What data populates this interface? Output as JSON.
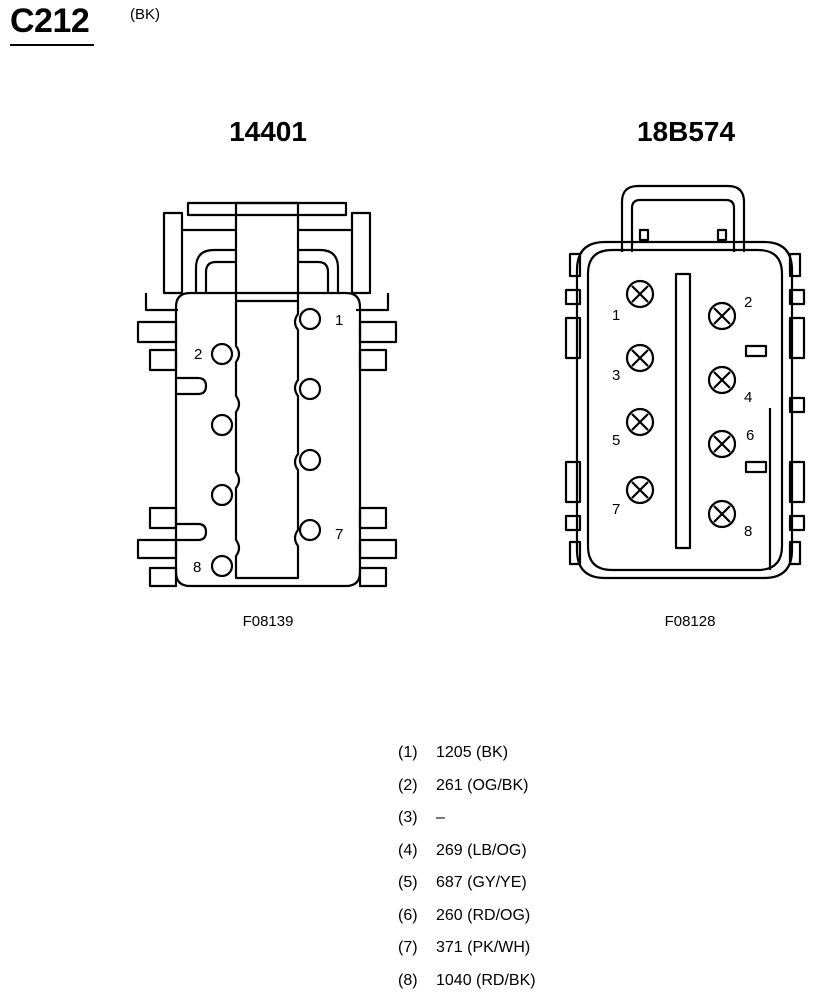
{
  "header": {
    "connector_id": "C212",
    "color_code": "(BK)"
  },
  "connectors": [
    {
      "part_number": "14401",
      "figure_id": "F08139",
      "pin_numbers": [
        "1",
        "2",
        "7",
        "8"
      ]
    },
    {
      "part_number": "18B574",
      "figure_id": "F08128",
      "pin_numbers": [
        "1",
        "2",
        "3",
        "4",
        "5",
        "6",
        "7",
        "8"
      ]
    }
  ],
  "pin_table": [
    {
      "pin": "(1)",
      "circuit": "1205 (BK)"
    },
    {
      "pin": "(2)",
      "circuit": "261 (OG/BK)"
    },
    {
      "pin": "(3)",
      "circuit": "–"
    },
    {
      "pin": "(4)",
      "circuit": "269 (LB/OG)"
    },
    {
      "pin": "(5)",
      "circuit": "687 (GY/YE)"
    },
    {
      "pin": "(6)",
      "circuit": "260 (RD/OG)"
    },
    {
      "pin": "(7)",
      "circuit": "371 (PK/WH)"
    },
    {
      "pin": "(8)",
      "circuit": "1040 (RD/BK)"
    }
  ]
}
